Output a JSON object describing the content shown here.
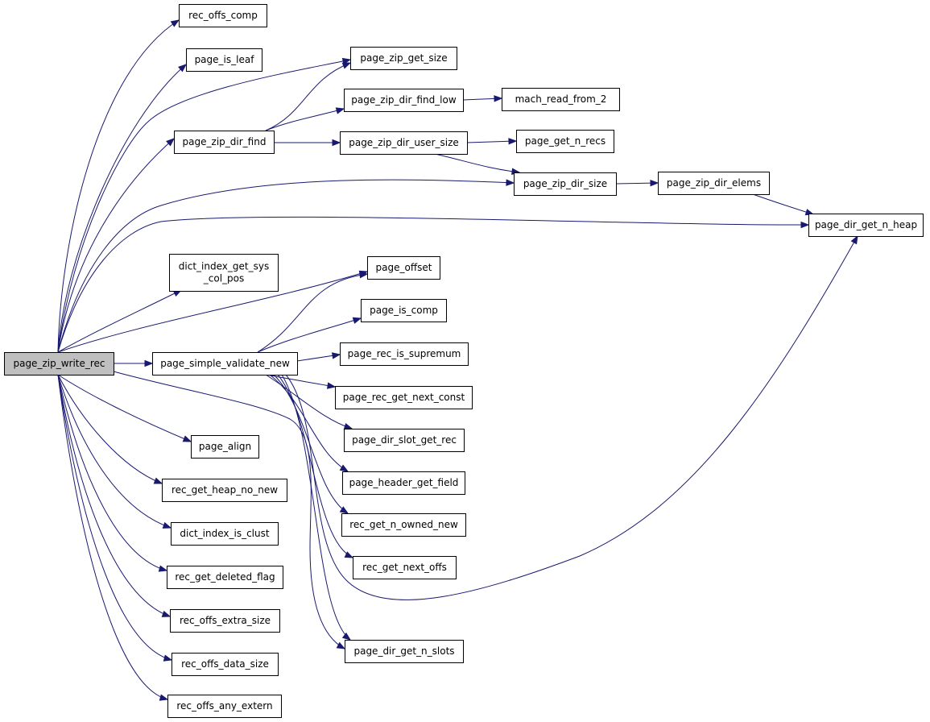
{
  "diagram": {
    "type": "call-graph",
    "colors": {
      "edge": "#191970",
      "root_fill": "#bfbfbf",
      "node_fill": "#ffffff",
      "node_border": "#000000"
    },
    "nodes": [
      {
        "id": "root",
        "lines": [
          "page_zip_write_rec"
        ],
        "root": true
      },
      {
        "id": "n1",
        "lines": [
          "rec_offs_comp"
        ]
      },
      {
        "id": "n2",
        "lines": [
          "page_is_leaf"
        ]
      },
      {
        "id": "n3",
        "lines": [
          "page_zip_dir_find"
        ]
      },
      {
        "id": "n4",
        "lines": [
          "dict_index_get_sys",
          "_col_pos"
        ]
      },
      {
        "id": "n5",
        "lines": [
          "page_simple_validate_new"
        ]
      },
      {
        "id": "n6",
        "lines": [
          "page_align"
        ]
      },
      {
        "id": "n7",
        "lines": [
          "rec_get_heap_no_new"
        ]
      },
      {
        "id": "n8",
        "lines": [
          "dict_index_is_clust"
        ]
      },
      {
        "id": "n9",
        "lines": [
          "rec_get_deleted_flag"
        ]
      },
      {
        "id": "n10",
        "lines": [
          "rec_offs_extra_size"
        ]
      },
      {
        "id": "n11",
        "lines": [
          "rec_offs_data_size"
        ]
      },
      {
        "id": "n12",
        "lines": [
          "rec_offs_any_extern"
        ]
      },
      {
        "id": "n13",
        "lines": [
          "page_zip_get_size"
        ]
      },
      {
        "id": "n14",
        "lines": [
          "page_zip_dir_find_low"
        ]
      },
      {
        "id": "n15",
        "lines": [
          "page_zip_dir_user_size"
        ]
      },
      {
        "id": "n16",
        "lines": [
          "page_zip_dir_size"
        ]
      },
      {
        "id": "n17",
        "lines": [
          "page_offset"
        ]
      },
      {
        "id": "n18",
        "lines": [
          "page_is_comp"
        ]
      },
      {
        "id": "n19",
        "lines": [
          "page_rec_is_supremum"
        ]
      },
      {
        "id": "n20",
        "lines": [
          "page_rec_get_next_const"
        ]
      },
      {
        "id": "n21",
        "lines": [
          "page_dir_slot_get_rec"
        ]
      },
      {
        "id": "n22",
        "lines": [
          "page_header_get_field"
        ]
      },
      {
        "id": "n23",
        "lines": [
          "rec_get_n_owned_new"
        ]
      },
      {
        "id": "n24",
        "lines": [
          "rec_get_next_offs"
        ]
      },
      {
        "id": "n25",
        "lines": [
          "page_dir_get_n_slots"
        ]
      },
      {
        "id": "n26",
        "lines": [
          "mach_read_from_2"
        ]
      },
      {
        "id": "n27",
        "lines": [
          "page_get_n_recs"
        ]
      },
      {
        "id": "n28",
        "lines": [
          "page_zip_dir_elems"
        ]
      },
      {
        "id": "n29",
        "lines": [
          "page_dir_get_n_heap"
        ]
      }
    ],
    "edges": [
      {
        "from": "root",
        "to": "n1"
      },
      {
        "from": "root",
        "to": "n2"
      },
      {
        "from": "root",
        "to": "n13"
      },
      {
        "from": "root",
        "to": "n3"
      },
      {
        "from": "root",
        "to": "n16"
      },
      {
        "from": "root",
        "to": "n29"
      },
      {
        "from": "root",
        "to": "n4"
      },
      {
        "from": "root",
        "to": "n17"
      },
      {
        "from": "root",
        "to": "n5"
      },
      {
        "from": "root",
        "to": "n25"
      },
      {
        "from": "root",
        "to": "n6"
      },
      {
        "from": "root",
        "to": "n7"
      },
      {
        "from": "root",
        "to": "n8"
      },
      {
        "from": "root",
        "to": "n9"
      },
      {
        "from": "root",
        "to": "n10"
      },
      {
        "from": "root",
        "to": "n11"
      },
      {
        "from": "root",
        "to": "n12"
      },
      {
        "from": "n3",
        "to": "n13"
      },
      {
        "from": "n3",
        "to": "n14"
      },
      {
        "from": "n3",
        "to": "n15"
      },
      {
        "from": "n14",
        "to": "n26"
      },
      {
        "from": "n15",
        "to": "n27"
      },
      {
        "from": "n15",
        "to": "n16"
      },
      {
        "from": "n16",
        "to": "n28"
      },
      {
        "from": "n28",
        "to": "n29"
      },
      {
        "from": "n5",
        "to": "n17"
      },
      {
        "from": "n5",
        "to": "n18"
      },
      {
        "from": "n5",
        "to": "n19"
      },
      {
        "from": "n5",
        "to": "n20"
      },
      {
        "from": "n5",
        "to": "n21"
      },
      {
        "from": "n5",
        "to": "n22"
      },
      {
        "from": "n5",
        "to": "n23"
      },
      {
        "from": "n5",
        "to": "n24"
      },
      {
        "from": "n5",
        "to": "n25"
      },
      {
        "from": "n5",
        "to": "n29"
      }
    ]
  }
}
